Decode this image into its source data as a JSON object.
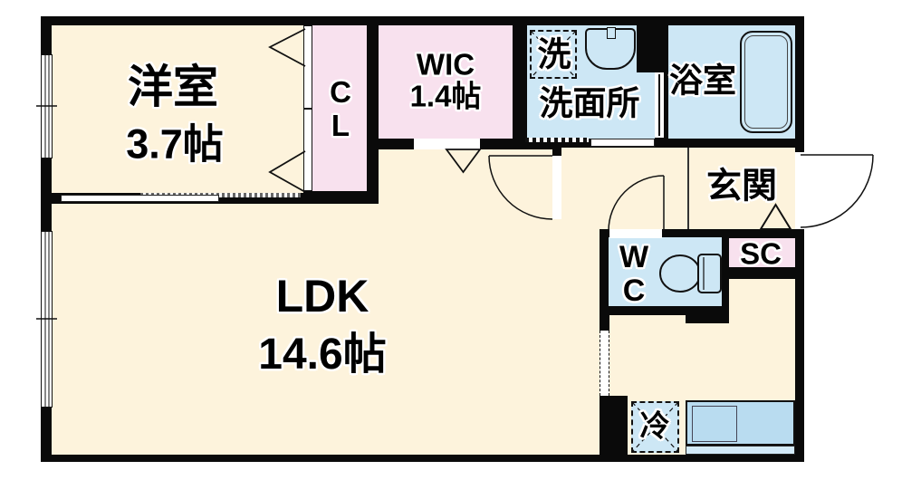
{
  "floor_plan": {
    "type": "japanese-apartment-floor-plan",
    "rooms": {
      "western_room": {
        "label": "洋室",
        "size": "3.7帖"
      },
      "ldk": {
        "label": "LDK",
        "size": "14.6帖"
      },
      "wic": {
        "label": "WIC",
        "size": "1.4帖"
      },
      "closet": {
        "label": "CL"
      },
      "washroom": {
        "label": "洗面所"
      },
      "bathroom": {
        "label": "浴室"
      },
      "entrance": {
        "label": "玄関"
      },
      "toilet": {
        "label": "WC"
      },
      "shoe_closet": {
        "label": "SC"
      }
    },
    "fixtures": {
      "washing_machine": {
        "label": "洗"
      },
      "refrigerator": {
        "label": "冷"
      }
    },
    "colors": {
      "floor_cream": "#fdf3dc",
      "storage_pink": "#f8e1ee",
      "wet_area_blue": "#cde7f5",
      "counter_blue": "#b9dcf0",
      "counter_edge_blue": "#d3eaf8",
      "wall_black": "#0a0a0a"
    }
  }
}
